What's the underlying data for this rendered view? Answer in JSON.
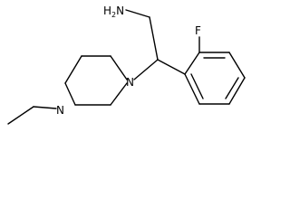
{
  "molecule": {
    "amine_label": "H2N",
    "amine_main": "H",
    "amine_sub": "2",
    "amine_tail": "N",
    "fluorine_label": "F",
    "piperazine_n1_label": "N",
    "piperazine_n4_label": "N"
  }
}
